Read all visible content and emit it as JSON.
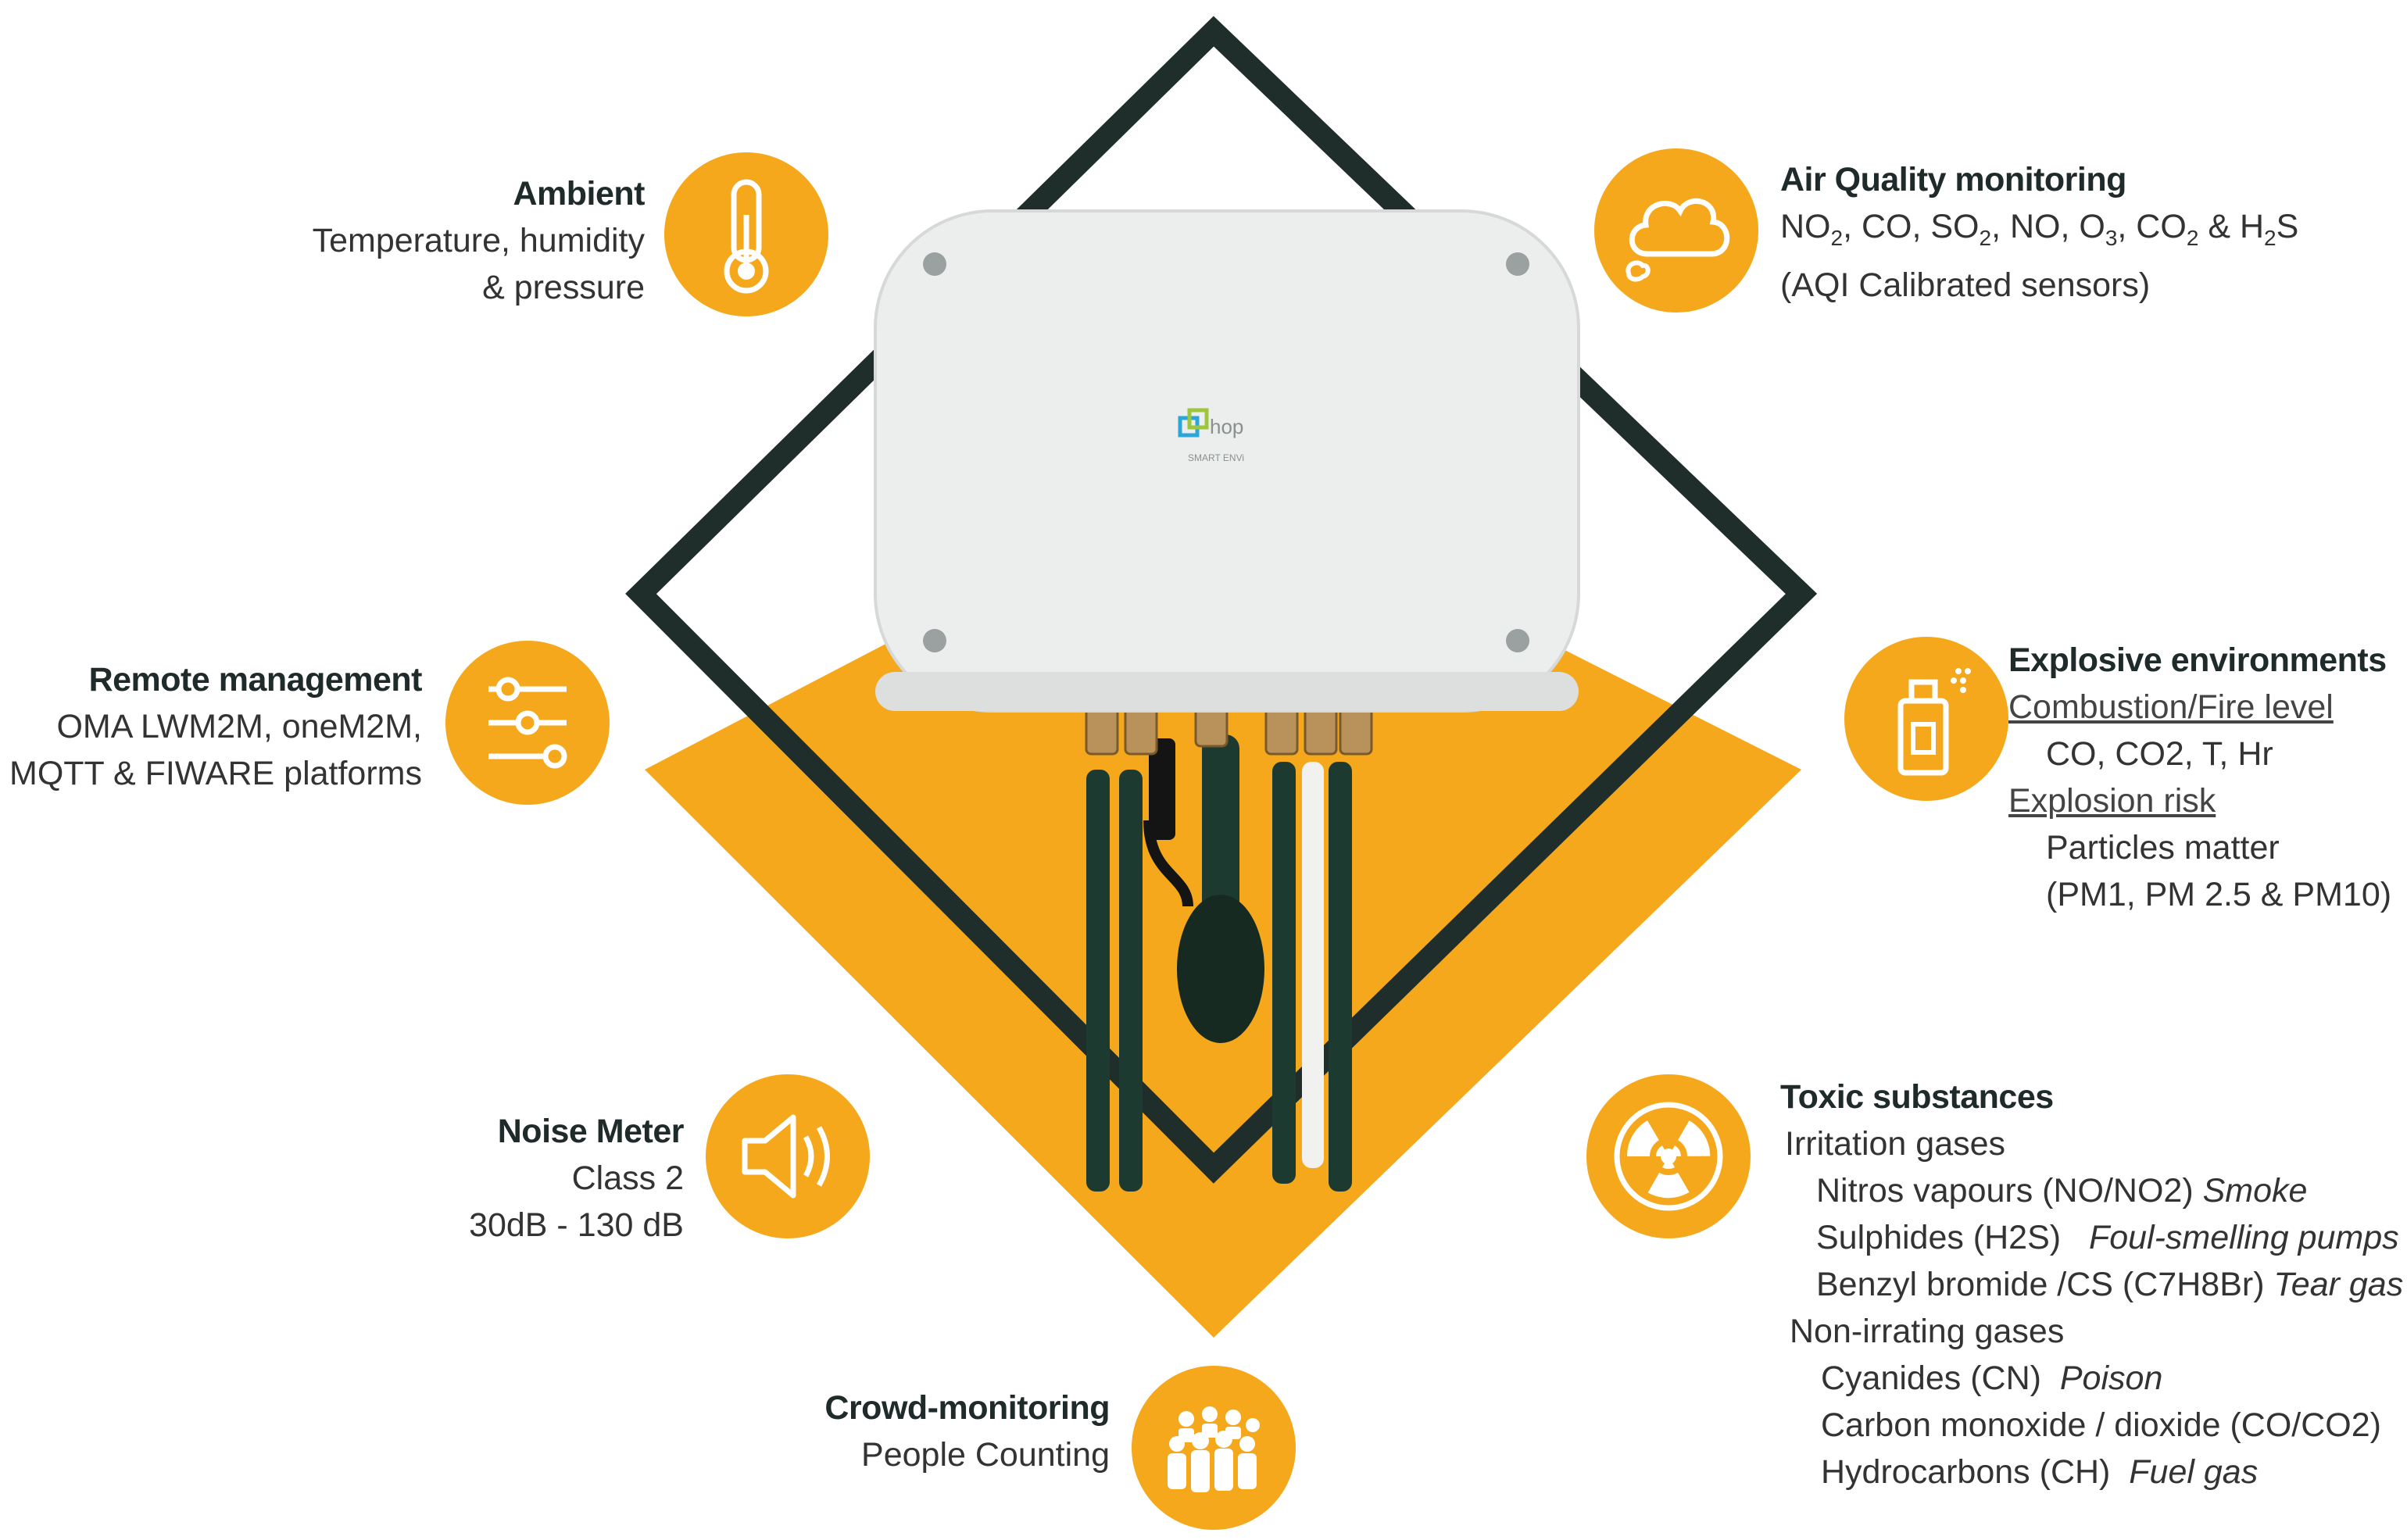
{
  "colors": {
    "accent": "#f5a81c",
    "diamond_outline": "#1f2e2b",
    "device_body": "#eceeed",
    "antenna": "#1d3a30"
  },
  "device": {
    "logo_text": "hop",
    "logo_subtext": "SMART ENVi"
  },
  "ambient": {
    "icon": "thermometer-icon",
    "title": "Ambient",
    "lines": [
      "Temperature, humidity",
      "& pressure"
    ]
  },
  "air_quality": {
    "icon": "cloud-smoke-icon",
    "title": "Air Quality monitoring",
    "formula": {
      "no": "NO",
      "sub2": "2",
      "co": ", CO, ",
      "so": "SO",
      "no2": ", NO, O",
      "sub3": "3",
      "co2": ", CO",
      "h": " & H",
      "s": "S"
    },
    "note": "(AQI Calibrated sensors)"
  },
  "remote": {
    "icon": "sliders-icon",
    "title": "Remote management",
    "lines": [
      "OMA LWM2M, oneM2M,",
      "MQTT & FIWARE platforms"
    ]
  },
  "explosive": {
    "icon": "spray-can-icon",
    "title": "Explosive environments",
    "combustion_heading": "Combustion/Fire level",
    "combustion_values": "CO, CO2, T, Hr",
    "explosion_heading": "Explosion risk",
    "explosion_values": [
      "Particles matter",
      "(PM1, PM 2.5 & PM10)"
    ]
  },
  "noise": {
    "icon": "speaker-icon",
    "title": "Noise Meter",
    "lines": [
      "Class 2",
      "30dB - 130 dB"
    ]
  },
  "toxic": {
    "icon": "radiation-icon",
    "title": "Toxic substances",
    "irritation_heading": "Irritation gases",
    "irritation_items": [
      {
        "name": "Nitros vapours (NO/NO2)",
        "note": "Smoke"
      },
      {
        "name": "Sulphides (H2S)",
        "note": "Foul-smelling pumps"
      },
      {
        "name": "Benzyl bromide /CS (C7H8Br)",
        "note": "Tear gas"
      }
    ],
    "non_irritating_heading": "Non-irrating gases",
    "non_irritating_items": [
      {
        "name": "Cyanides (CN)",
        "note": "Poison"
      },
      {
        "name": "Carbon monoxide / dioxide (CO/CO2)",
        "note": ""
      },
      {
        "name": "Hydrocarbons (CH)",
        "note": "Fuel gas"
      }
    ]
  },
  "crowd": {
    "icon": "people-crowd-icon",
    "title": "Crowd-monitoring",
    "lines": [
      "People Counting"
    ]
  }
}
